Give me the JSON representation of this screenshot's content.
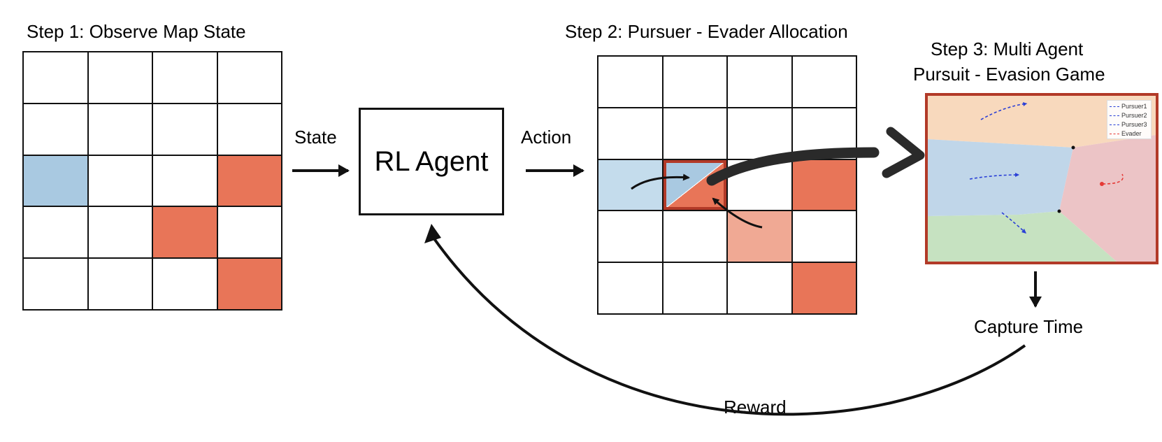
{
  "step1": {
    "title": "Step 1: Observe Map State",
    "grid": [
      [
        "empty",
        "empty",
        "empty",
        "empty"
      ],
      [
        "empty",
        "empty",
        "empty",
        "empty"
      ],
      [
        "pursuer",
        "empty",
        "empty",
        "evader"
      ],
      [
        "empty",
        "empty",
        "evader",
        "empty"
      ],
      [
        "empty",
        "empty",
        "empty",
        "evader"
      ]
    ]
  },
  "state_label": "State",
  "agent_label": "RL Agent",
  "action_label": "Action",
  "step2": {
    "title": "Step 2: Pursuer - Evader Allocation",
    "grid": [
      [
        "empty",
        "empty",
        "empty",
        "empty"
      ],
      [
        "empty",
        "empty",
        "empty",
        "empty"
      ],
      [
        "pursuer-light",
        "split",
        "empty",
        "evader"
      ],
      [
        "empty",
        "empty",
        "evader-light",
        "empty"
      ],
      [
        "empty",
        "empty",
        "empty",
        "evader"
      ]
    ]
  },
  "step3": {
    "title_line1": "Step 3: Multi Agent",
    "title_line2": "Pursuit - Evasion Game",
    "legend": [
      {
        "name": "Pursuer1",
        "color": "#2a3fd6"
      },
      {
        "name": "Pursuer2",
        "color": "#2a3fd6"
      },
      {
        "name": "Pursuer3",
        "color": "#2a3fd6"
      },
      {
        "name": "Evader",
        "color": "#e53935"
      }
    ]
  },
  "capture_label": "Capture Time",
  "reward_label": "Reward",
  "colors": {
    "pursuer": "#a9c9e1",
    "pursuer_light": "#c4dcec",
    "evader": "#e87558",
    "evader_light": "#f0a994",
    "highlight_border": "#b23a28",
    "region_orange": "#f8d9bd",
    "region_blue": "#c0d6e9",
    "region_pink": "#ecc4c6",
    "region_green": "#c6e2c1"
  }
}
